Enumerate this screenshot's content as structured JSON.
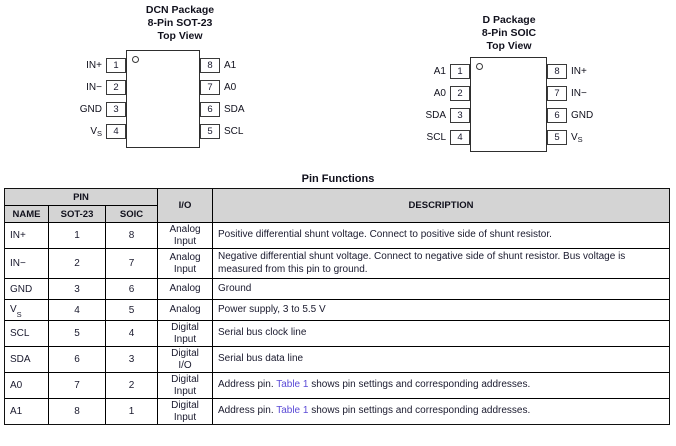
{
  "diagrams": [
    {
      "name": "dcn-package",
      "title_lines": [
        "DCN Package",
        "8-Pin SOT-23",
        "Top View"
      ],
      "left_pins": [
        {
          "num": "1",
          "label": "IN+"
        },
        {
          "num": "2",
          "label": "IN−"
        },
        {
          "num": "3",
          "label": "GND"
        },
        {
          "num": "4",
          "label": "V",
          "sub": "S"
        }
      ],
      "right_pins": [
        {
          "num": "8",
          "label": "A1"
        },
        {
          "num": "7",
          "label": "A0"
        },
        {
          "num": "6",
          "label": "SDA"
        },
        {
          "num": "5",
          "label": "SCL"
        }
      ]
    },
    {
      "name": "d-package",
      "title_lines": [
        "D Package",
        "8-Pin SOIC",
        "Top View"
      ],
      "left_pins": [
        {
          "num": "1",
          "label": "A1"
        },
        {
          "num": "2",
          "label": "A0"
        },
        {
          "num": "3",
          "label": "SDA"
        },
        {
          "num": "4",
          "label": "SCL"
        }
      ],
      "right_pins": [
        {
          "num": "8",
          "label": "IN+"
        },
        {
          "num": "7",
          "label": "IN−"
        },
        {
          "num": "6",
          "label": "GND"
        },
        {
          "num": "5",
          "label": "V",
          "sub": "S"
        }
      ]
    }
  ],
  "table": {
    "title": "Pin Functions",
    "header_group": "PIN",
    "headers": {
      "name": "NAME",
      "sot23": "SOT-23",
      "soic": "SOIC",
      "io": "I/O",
      "description": "DESCRIPTION"
    },
    "link_text": "Table 1",
    "link_color": "#5b4bd6",
    "rows": [
      {
        "name": "IN+",
        "sub": "",
        "sot23": "1",
        "soic": "8",
        "io": "Analog\nInput",
        "desc_before": "Positive differential shunt voltage. Connect to positive side of shunt resistor.",
        "desc_link": "",
        "desc_after": ""
      },
      {
        "name": "IN−",
        "sub": "",
        "sot23": "2",
        "soic": "7",
        "io": "Analog\nInput",
        "desc_before": "Negative differential shunt voltage. Connect to negative side of shunt resistor. Bus voltage is measured from this pin to ground.",
        "desc_link": "",
        "desc_after": ""
      },
      {
        "name": "GND",
        "sub": "",
        "sot23": "3",
        "soic": "6",
        "io": "Analog",
        "desc_before": "Ground",
        "desc_link": "",
        "desc_after": ""
      },
      {
        "name": "V",
        "sub": "S",
        "sot23": "4",
        "soic": "5",
        "io": "Analog",
        "desc_before": "Power supply, 3 to 5.5 V",
        "desc_link": "",
        "desc_after": ""
      },
      {
        "name": "SCL",
        "sub": "",
        "sot23": "5",
        "soic": "4",
        "io": "Digital\nInput",
        "desc_before": "Serial bus clock line",
        "desc_link": "",
        "desc_after": ""
      },
      {
        "name": "SDA",
        "sub": "",
        "sot23": "6",
        "soic": "3",
        "io": "Digital\nI/O",
        "desc_before": "Serial bus data line",
        "desc_link": "",
        "desc_after": ""
      },
      {
        "name": "A0",
        "sub": "",
        "sot23": "7",
        "soic": "2",
        "io": "Digital\nInput",
        "desc_before": "Address pin. ",
        "desc_link": "Table 1",
        "desc_after": " shows pin settings and corresponding addresses."
      },
      {
        "name": "A1",
        "sub": "",
        "sot23": "8",
        "soic": "1",
        "io": "Digital\nInput",
        "desc_before": "Address pin. ",
        "desc_link": "Table 1",
        "desc_after": " shows pin settings and corresponding addresses."
      }
    ]
  }
}
